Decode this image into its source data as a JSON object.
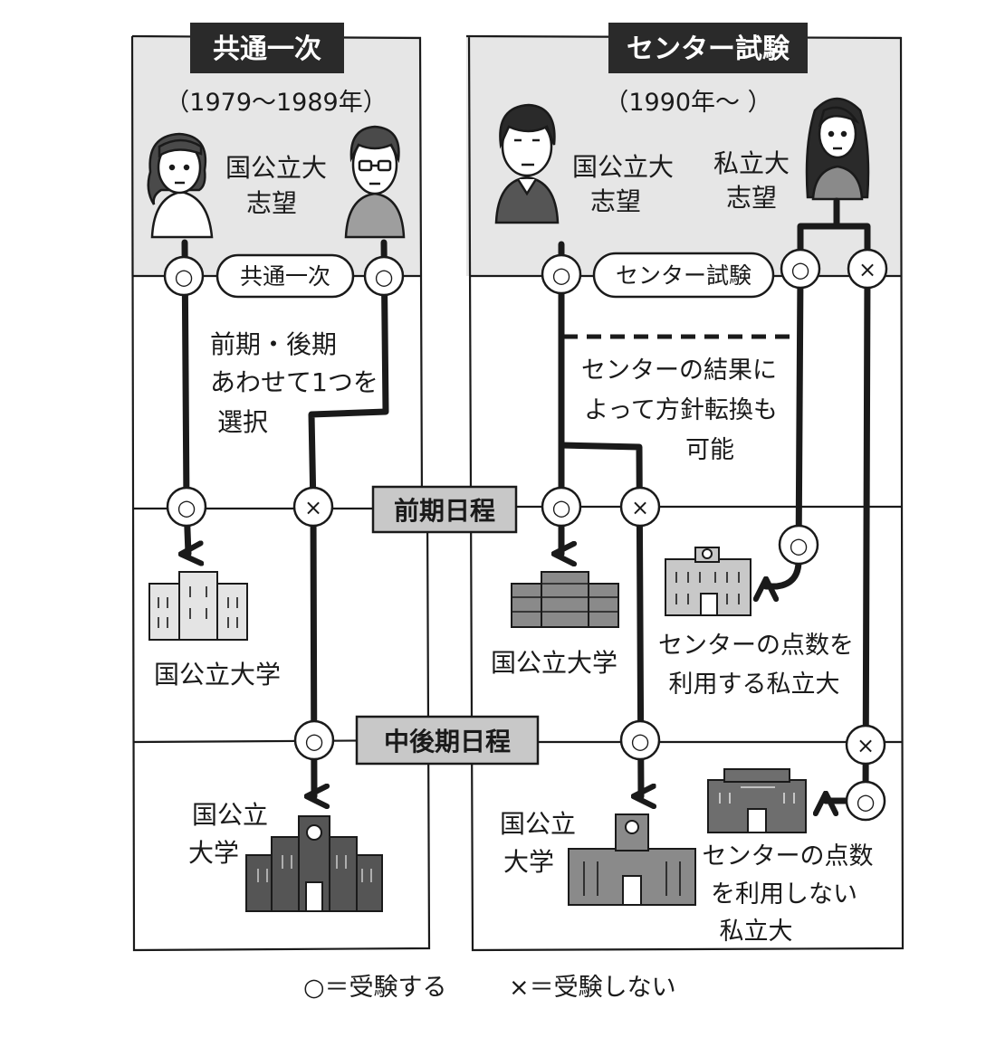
{
  "left": {
    "title": "共通一次",
    "period": "（1979～1989年）",
    "applicant_label": [
      "国公立大",
      "志望"
    ],
    "exam_pill": "共通一次",
    "note": [
      "前期・後期",
      "あわせて1つを",
      "選択"
    ],
    "early_dest": "国公立大学",
    "late_dest": [
      "国公立",
      "大学"
    ]
  },
  "right": {
    "title": "センター試験",
    "period": "（1990年～ ）",
    "public_label": [
      "国公立大",
      "志望"
    ],
    "private_label": [
      "私立大",
      "志望"
    ],
    "exam_pill": "センター試験",
    "note": [
      "センターの結果に",
      "よって方針転換も",
      "可能"
    ],
    "early_public_dest": "国公立大学",
    "early_private_dest": [
      "センターの点数を",
      "利用する私立大"
    ],
    "late_public_dest": [
      "国公立",
      "大学"
    ],
    "late_private_dest": [
      "センターの点数",
      "を利用しない",
      "私立大"
    ]
  },
  "stages": {
    "early": "前期日程",
    "late": "中後期日程"
  },
  "markers": {
    "take": "○",
    "skip": "×"
  },
  "legend": {
    "take": "○＝受験する",
    "skip": "×＝受験しない"
  },
  "colors": {
    "title_bg": "#2a2a2a",
    "panel_shade": "#e6e6e6",
    "stage_box": "#c8c8c8",
    "building_dark": "#555555",
    "building_mid": "#8a8a8a",
    "building_light": "#e4e4e4"
  }
}
